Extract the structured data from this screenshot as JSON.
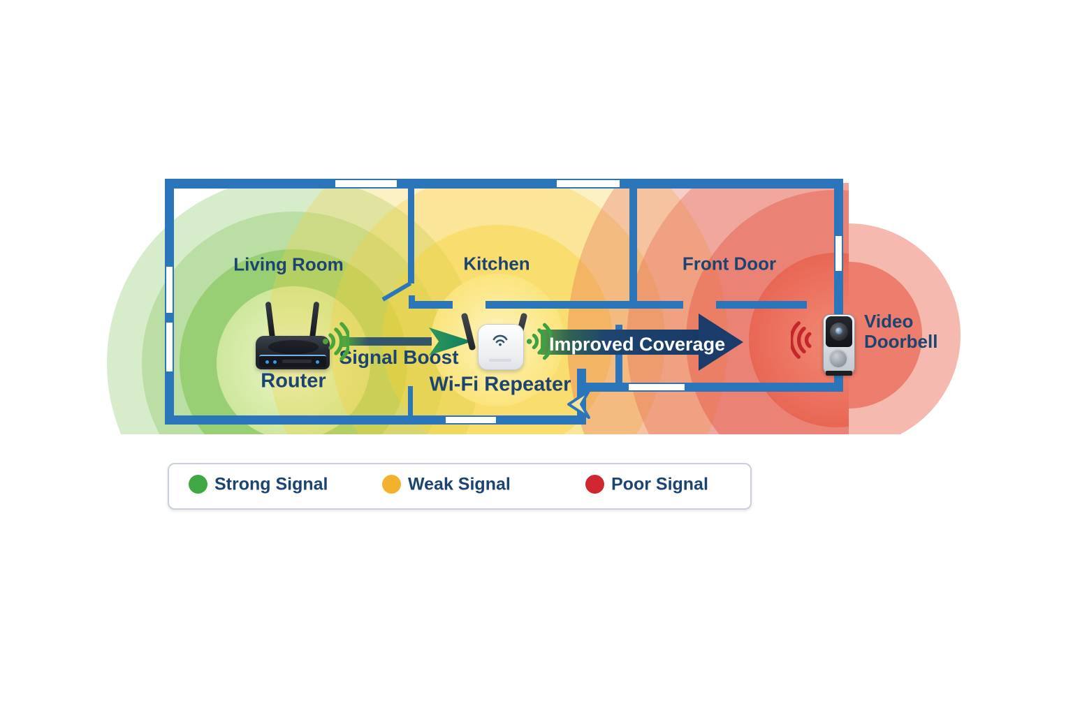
{
  "diagram": {
    "rooms": [
      {
        "label": "Living Room"
      },
      {
        "label": "Kitchen"
      },
      {
        "label": "Front Door"
      }
    ],
    "devices": {
      "router": {
        "label": "Router"
      },
      "repeater": {
        "label": "Wi-Fi Repeater"
      },
      "doorbell": {
        "label_line1": "Video",
        "label_line2": "Doorbell"
      }
    },
    "arrows": {
      "signal_boost": {
        "label": "Signal Boost"
      },
      "improved_coverage": {
        "label": "Improved Coverage"
      }
    },
    "legend": {
      "items": [
        {
          "label": "Strong Signal",
          "color": "#3fa744"
        },
        {
          "label": "Weak Signal",
          "color": "#f2b22e"
        },
        {
          "label": "Poor Signal",
          "color": "#cf2630"
        }
      ]
    },
    "colors": {
      "wall": "#2b76bb",
      "label_text": "#1b4470",
      "strong_zone": "#86c45e",
      "weak_zone": "#f6cf3e",
      "poor_zone": "#e55a4a"
    }
  }
}
